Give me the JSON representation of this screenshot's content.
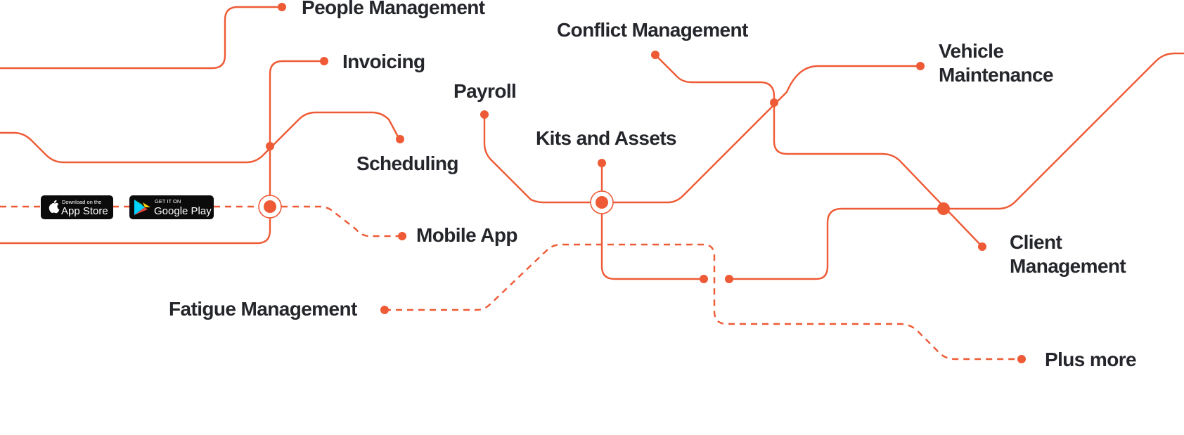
{
  "diagram": {
    "accent_color": "#ee5a35",
    "label_color": "#24262b",
    "features": [
      {
        "id": "people-management",
        "label": "People Management"
      },
      {
        "id": "invoicing",
        "label": "Invoicing"
      },
      {
        "id": "scheduling",
        "label": "Scheduling"
      },
      {
        "id": "mobile-app",
        "label": "Mobile App"
      },
      {
        "id": "fatigue-management",
        "label": "Fatigue Management"
      },
      {
        "id": "payroll",
        "label": "Payroll"
      },
      {
        "id": "kits-and-assets",
        "label": "Kits and Assets"
      },
      {
        "id": "conflict-management",
        "label": "Conflict Management"
      },
      {
        "id": "vehicle-maintenance",
        "label_line1": "Vehicle",
        "label_line2": "Maintenance"
      },
      {
        "id": "client-management",
        "label_line1": "Client",
        "label_line2": "Management"
      },
      {
        "id": "plus-more",
        "label": "Plus more"
      }
    ],
    "badges": {
      "app_store": {
        "small": "Download on the",
        "big": "App Store",
        "icon": "apple-icon"
      },
      "google_play": {
        "small": "GET IT ON",
        "big": "Google Play",
        "icon": "google-play-icon"
      }
    }
  }
}
